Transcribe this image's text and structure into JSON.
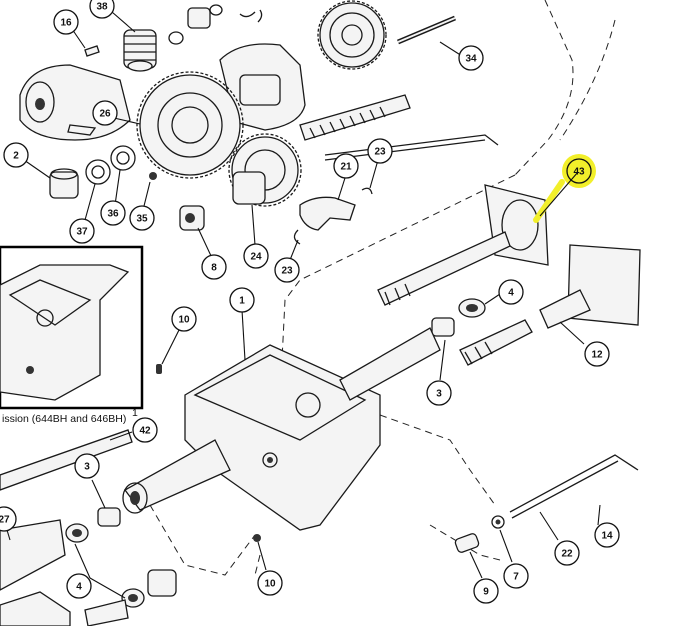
{
  "diagram": {
    "callouts": [
      {
        "id": "c16",
        "label": "16"
      },
      {
        "id": "c38",
        "label": "38"
      },
      {
        "id": "c34",
        "label": "34"
      },
      {
        "id": "c26",
        "label": "26"
      },
      {
        "id": "c2",
        "label": "2"
      },
      {
        "id": "c37",
        "label": "37"
      },
      {
        "id": "c36",
        "label": "36"
      },
      {
        "id": "c35",
        "label": "35"
      },
      {
        "id": "c21",
        "label": "21"
      },
      {
        "id": "c23a",
        "label": "23"
      },
      {
        "id": "c43",
        "label": "43"
      },
      {
        "id": "c24",
        "label": "24"
      },
      {
        "id": "c23b",
        "label": "23"
      },
      {
        "id": "c8",
        "label": "8"
      },
      {
        "id": "c4a",
        "label": "4"
      },
      {
        "id": "c1",
        "label": "1"
      },
      {
        "id": "c10a",
        "label": "10"
      },
      {
        "id": "c12",
        "label": "12"
      },
      {
        "id": "c3a",
        "label": "3"
      },
      {
        "id": "c42",
        "label": "42"
      },
      {
        "id": "c3b",
        "label": "3"
      },
      {
        "id": "c27",
        "label": "27"
      },
      {
        "id": "c14",
        "label": "14"
      },
      {
        "id": "c22",
        "label": "22"
      },
      {
        "id": "c4b",
        "label": "4"
      },
      {
        "id": "c10b",
        "label": "10"
      },
      {
        "id": "c9",
        "label": "9"
      },
      {
        "id": "c7",
        "label": "7"
      }
    ],
    "inset_caption": "ission (644BH and 646BH)",
    "inset_caption_mark": "1",
    "highlight_color": "#f2ef2a"
  }
}
